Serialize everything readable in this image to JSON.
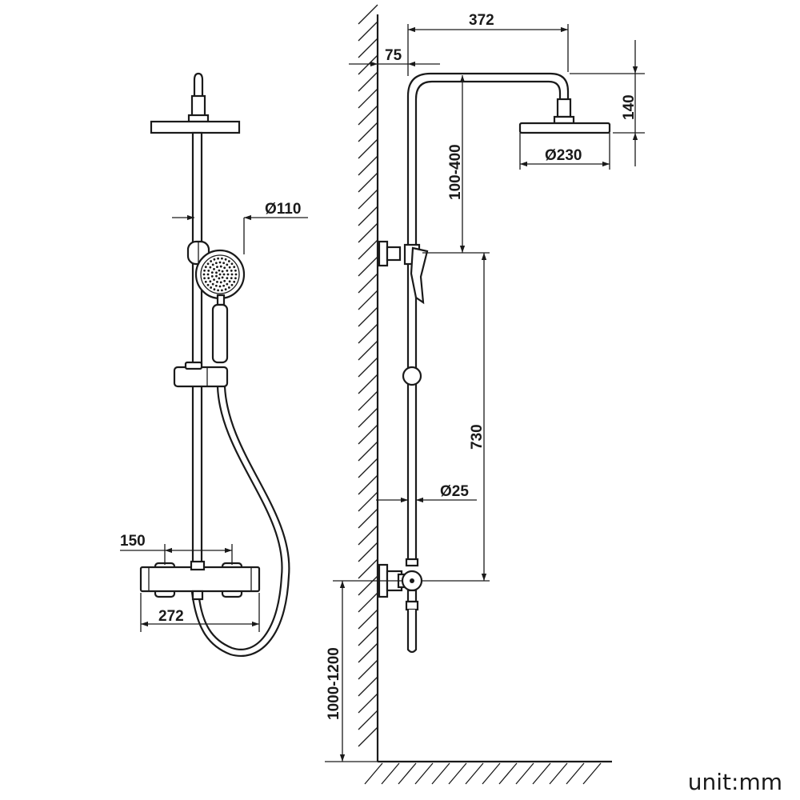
{
  "dimensions": {
    "shower_head_diameter": "Ø230",
    "hand_shower_diameter": "Ø110",
    "arm_projection": "372",
    "wall_offset": "75",
    "head_drop": "140",
    "arm_height_range": "100-400",
    "bracket_spacing": "730",
    "pipe_diameter": "Ø25",
    "valve_center_distance": "150",
    "valve_length": "272",
    "mounting_height": "1000-1200"
  },
  "unit_label": "unit:mm",
  "colors": {
    "line": "#1a1a1a",
    "background": "#ffffff"
  }
}
